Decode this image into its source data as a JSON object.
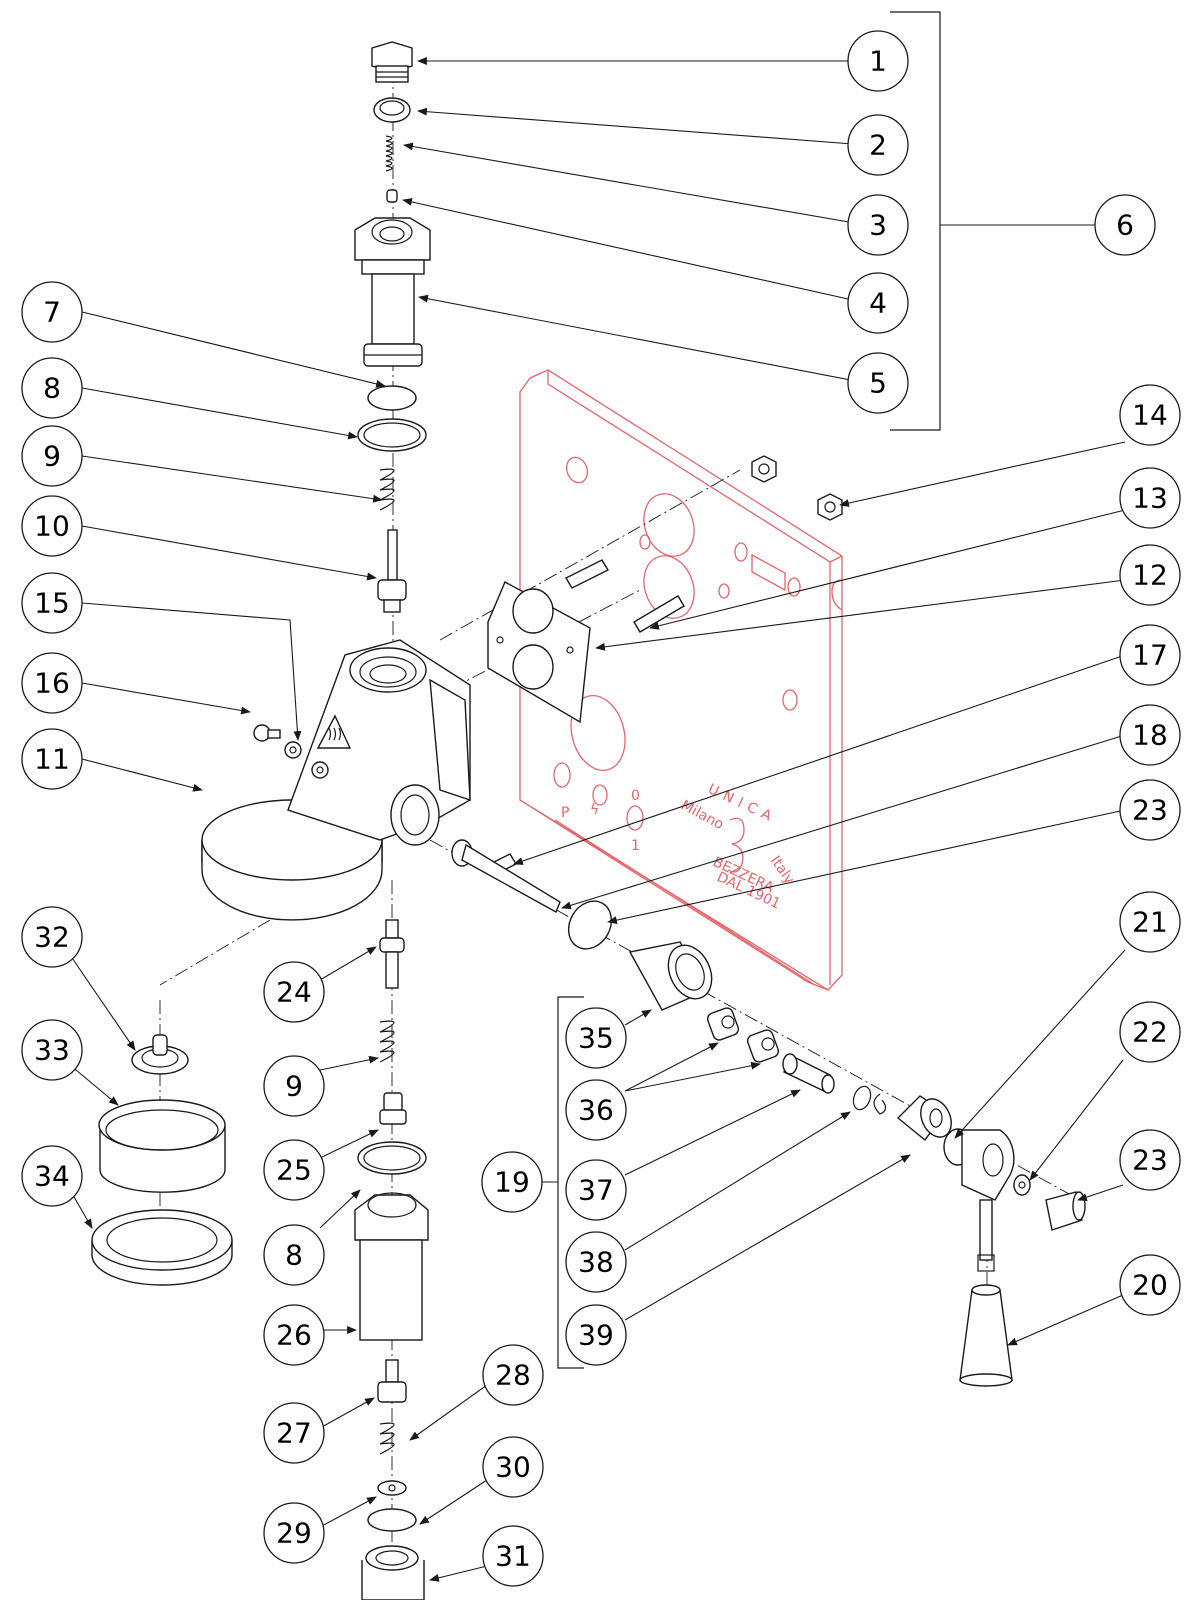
{
  "diagram": {
    "type": "exploded-parts-view",
    "subject": "Espresso machine brew group / steam valve assembly",
    "colors": {
      "line": "#1a1a1a",
      "panel_overlay": "#e8646a",
      "background": "#ffffff"
    },
    "panel_labels": {
      "brand_top": "UNICA",
      "city": "Milano",
      "country": "Italy",
      "brand": "BEZZERA",
      "since": "DAL 1901",
      "switch_p": "P",
      "switch_0": "0",
      "switch_1": "1"
    },
    "callouts": [
      {
        "id": "c1",
        "label": "1"
      },
      {
        "id": "c2",
        "label": "2"
      },
      {
        "id": "c3",
        "label": "3"
      },
      {
        "id": "c4",
        "label": "4"
      },
      {
        "id": "c5",
        "label": "5"
      },
      {
        "id": "c6",
        "label": "6"
      },
      {
        "id": "c7",
        "label": "7"
      },
      {
        "id": "c8a",
        "label": "8"
      },
      {
        "id": "c9a",
        "label": "9"
      },
      {
        "id": "c10",
        "label": "10"
      },
      {
        "id": "c11",
        "label": "11"
      },
      {
        "id": "c12",
        "label": "12"
      },
      {
        "id": "c13",
        "label": "13"
      },
      {
        "id": "c14",
        "label": "14"
      },
      {
        "id": "c15",
        "label": "15"
      },
      {
        "id": "c16",
        "label": "16"
      },
      {
        "id": "c17",
        "label": "17"
      },
      {
        "id": "c18",
        "label": "18"
      },
      {
        "id": "c23a",
        "label": "23"
      },
      {
        "id": "c21",
        "label": "21"
      },
      {
        "id": "c22",
        "label": "22"
      },
      {
        "id": "c23b",
        "label": "23"
      },
      {
        "id": "c20",
        "label": "20"
      },
      {
        "id": "c32",
        "label": "32"
      },
      {
        "id": "c33",
        "label": "33"
      },
      {
        "id": "c34",
        "label": "34"
      },
      {
        "id": "c24",
        "label": "24"
      },
      {
        "id": "c9b",
        "label": "9"
      },
      {
        "id": "c25",
        "label": "25"
      },
      {
        "id": "c8b",
        "label": "8"
      },
      {
        "id": "c26",
        "label": "26"
      },
      {
        "id": "c27",
        "label": "27"
      },
      {
        "id": "c28",
        "label": "28"
      },
      {
        "id": "c29",
        "label": "29"
      },
      {
        "id": "c30",
        "label": "30"
      },
      {
        "id": "c31",
        "label": "31"
      },
      {
        "id": "c19",
        "label": "19"
      },
      {
        "id": "c35",
        "label": "35"
      },
      {
        "id": "c36",
        "label": "36"
      },
      {
        "id": "c37",
        "label": "37"
      },
      {
        "id": "c38",
        "label": "38"
      },
      {
        "id": "c39",
        "label": "39"
      }
    ],
    "groups": [
      {
        "label": "6",
        "members": [
          "1",
          "2",
          "3",
          "4",
          "5"
        ]
      },
      {
        "label": "19",
        "members": [
          "35",
          "36",
          "37",
          "38",
          "39"
        ]
      }
    ]
  }
}
